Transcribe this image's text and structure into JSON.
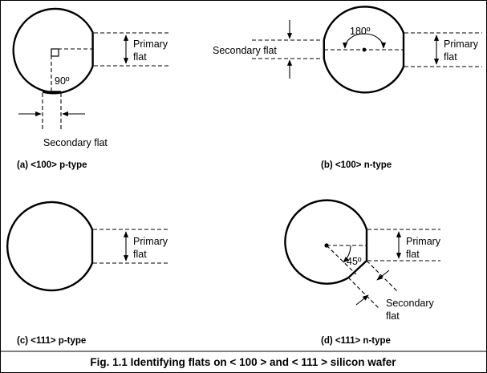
{
  "figure": {
    "title": "Fig. 1.1 Identifying flats on < 100 > and < 111 > silicon wafer"
  },
  "panels": [
    {
      "caption": "(a) <100> p-type",
      "primary_flat": [
        "Primary",
        "flat"
      ],
      "secondary_flat": [
        "Secondary flat"
      ],
      "angle": "90º"
    },
    {
      "caption": "(b) <100> n-type",
      "primary_flat": [
        "Primary",
        "flat"
      ],
      "secondary_flat": [
        "Secondary flat"
      ],
      "angle": "180º"
    },
    {
      "caption": "(c) <111> p-type",
      "primary_flat": [
        "Primary",
        "flat"
      ]
    },
    {
      "caption": "(d) <111> n-type",
      "primary_flat": [
        "Primary",
        "flat"
      ],
      "secondary_flat": [
        "Secondary",
        "flat"
      ],
      "angle": "45º"
    }
  ]
}
